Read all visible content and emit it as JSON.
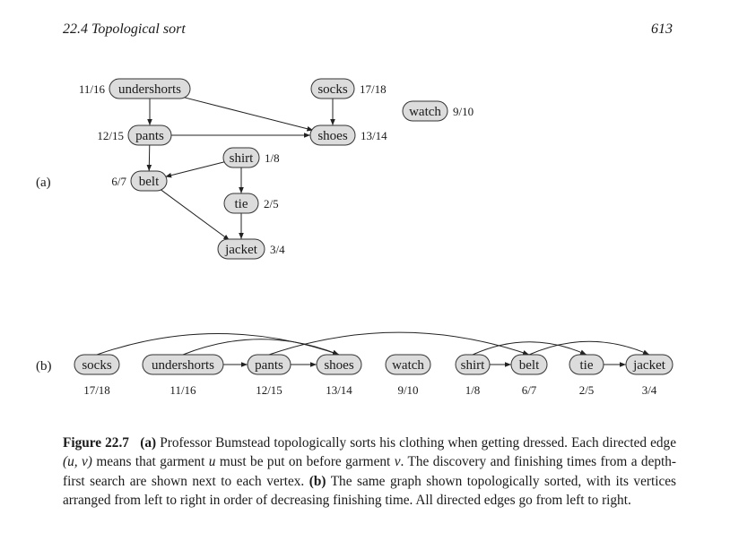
{
  "header": {
    "section": "22.4   Topological sort",
    "page_number": "613"
  },
  "panels": {
    "a": "(a)",
    "b": "(b)"
  },
  "vertices": {
    "undershorts": {
      "label": "undershorts",
      "times": "11/16"
    },
    "socks": {
      "label": "socks",
      "times": "17/18"
    },
    "watch": {
      "label": "watch",
      "times": "9/10"
    },
    "pants": {
      "label": "pants",
      "times": "12/15"
    },
    "shoes": {
      "label": "shoes",
      "times": "13/14"
    },
    "shirt": {
      "label": "shirt",
      "times": "1/8"
    },
    "belt": {
      "label": "belt",
      "times": "6/7"
    },
    "tie": {
      "label": "tie",
      "times": "2/5"
    },
    "jacket": {
      "label": "jacket",
      "times": "3/4"
    }
  },
  "edges": [
    [
      "undershorts",
      "pants"
    ],
    [
      "undershorts",
      "shoes"
    ],
    [
      "socks",
      "shoes"
    ],
    [
      "pants",
      "shoes"
    ],
    [
      "pants",
      "belt"
    ],
    [
      "shirt",
      "belt"
    ],
    [
      "shirt",
      "tie"
    ],
    [
      "belt",
      "jacket"
    ],
    [
      "tie",
      "jacket"
    ]
  ],
  "sorted_order": [
    "socks",
    "undershorts",
    "pants",
    "shoes",
    "watch",
    "shirt",
    "belt",
    "tie",
    "jacket"
  ],
  "caption": {
    "figure_label": "Figure 22.7",
    "part_a_label": "(a)",
    "part_a_text": " Professor Bumstead topologically sorts his clothing when getting dressed. Each directed edge ",
    "edge_notation": "(u, v)",
    "text_2": " means that garment ",
    "u": "u",
    "text_3": " must be put on before garment ",
    "v": "v",
    "text_4": ". The discovery and finishing times from a depth-first search are shown next to each vertex. ",
    "part_b_label": "(b)",
    "part_b_text": " The same graph shown topologically sorted, with its vertices arranged from left to right in order of decreasing finishing time. All directed edges go from left to right."
  }
}
